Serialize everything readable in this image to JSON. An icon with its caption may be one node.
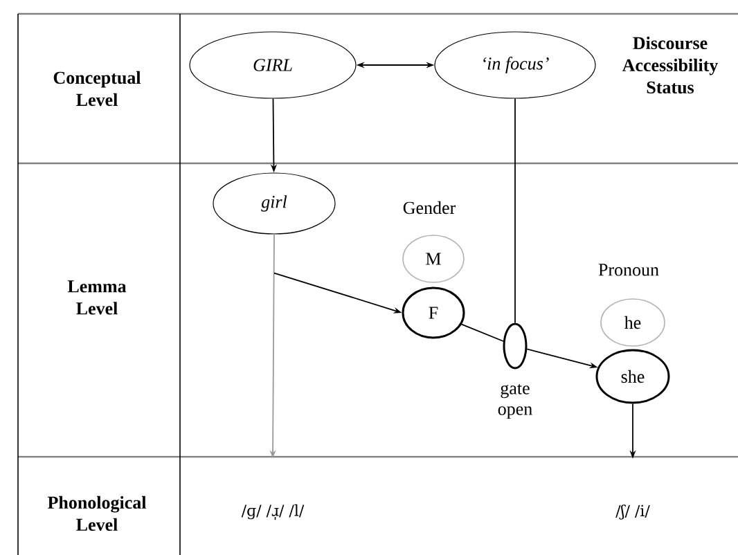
{
  "diagram": {
    "nodes": [
      {
        "text": [
          "GIRL"
        ]
      },
      {
        "text": [
          "‘in focus’"
        ]
      },
      {
        "text": [
          "girl"
        ]
      },
      {
        "text": [
          "M"
        ]
      },
      {
        "text": [
          "F"
        ]
      },
      {
        "text": [],
        "shape": "ellipse",
        "beside": [
          "gate open"
        ]
      },
      {
        "text": [
          "he"
        ]
      },
      {
        "text": [
          "she"
        ]
      },
      {
        "text": [
          "/ɡ/ /ɹ̩/ /l/"
        ]
      },
      {
        "text": [
          "/ʃ/ /i/"
        ]
      }
    ],
    "edges": [
      {
        "from": 0,
        "to": 1,
        "arrow": "both"
      },
      {
        "from": 0,
        "to": 2,
        "arrow": "to"
      },
      {
        "from": 2,
        "to": 8,
        "arrow": "to",
        "color": "#999999"
      },
      {
        "from": 2,
        "to": 4,
        "arrow": "to"
      },
      {
        "from": 1,
        "to": 5,
        "arrow": "none"
      },
      {
        "from": 4,
        "to": 5,
        "arrow": "none"
      },
      {
        "from": 5,
        "to": 7,
        "arrow": "to"
      },
      {
        "from": 7,
        "to": 9,
        "arrow": "to"
      }
    ],
    "labels": [
      "Conceptual Level",
      "Discourse Accessibility Status",
      "Gender",
      "Lemma Level",
      "Pronoun",
      "Phonological Level"
    ]
  }
}
